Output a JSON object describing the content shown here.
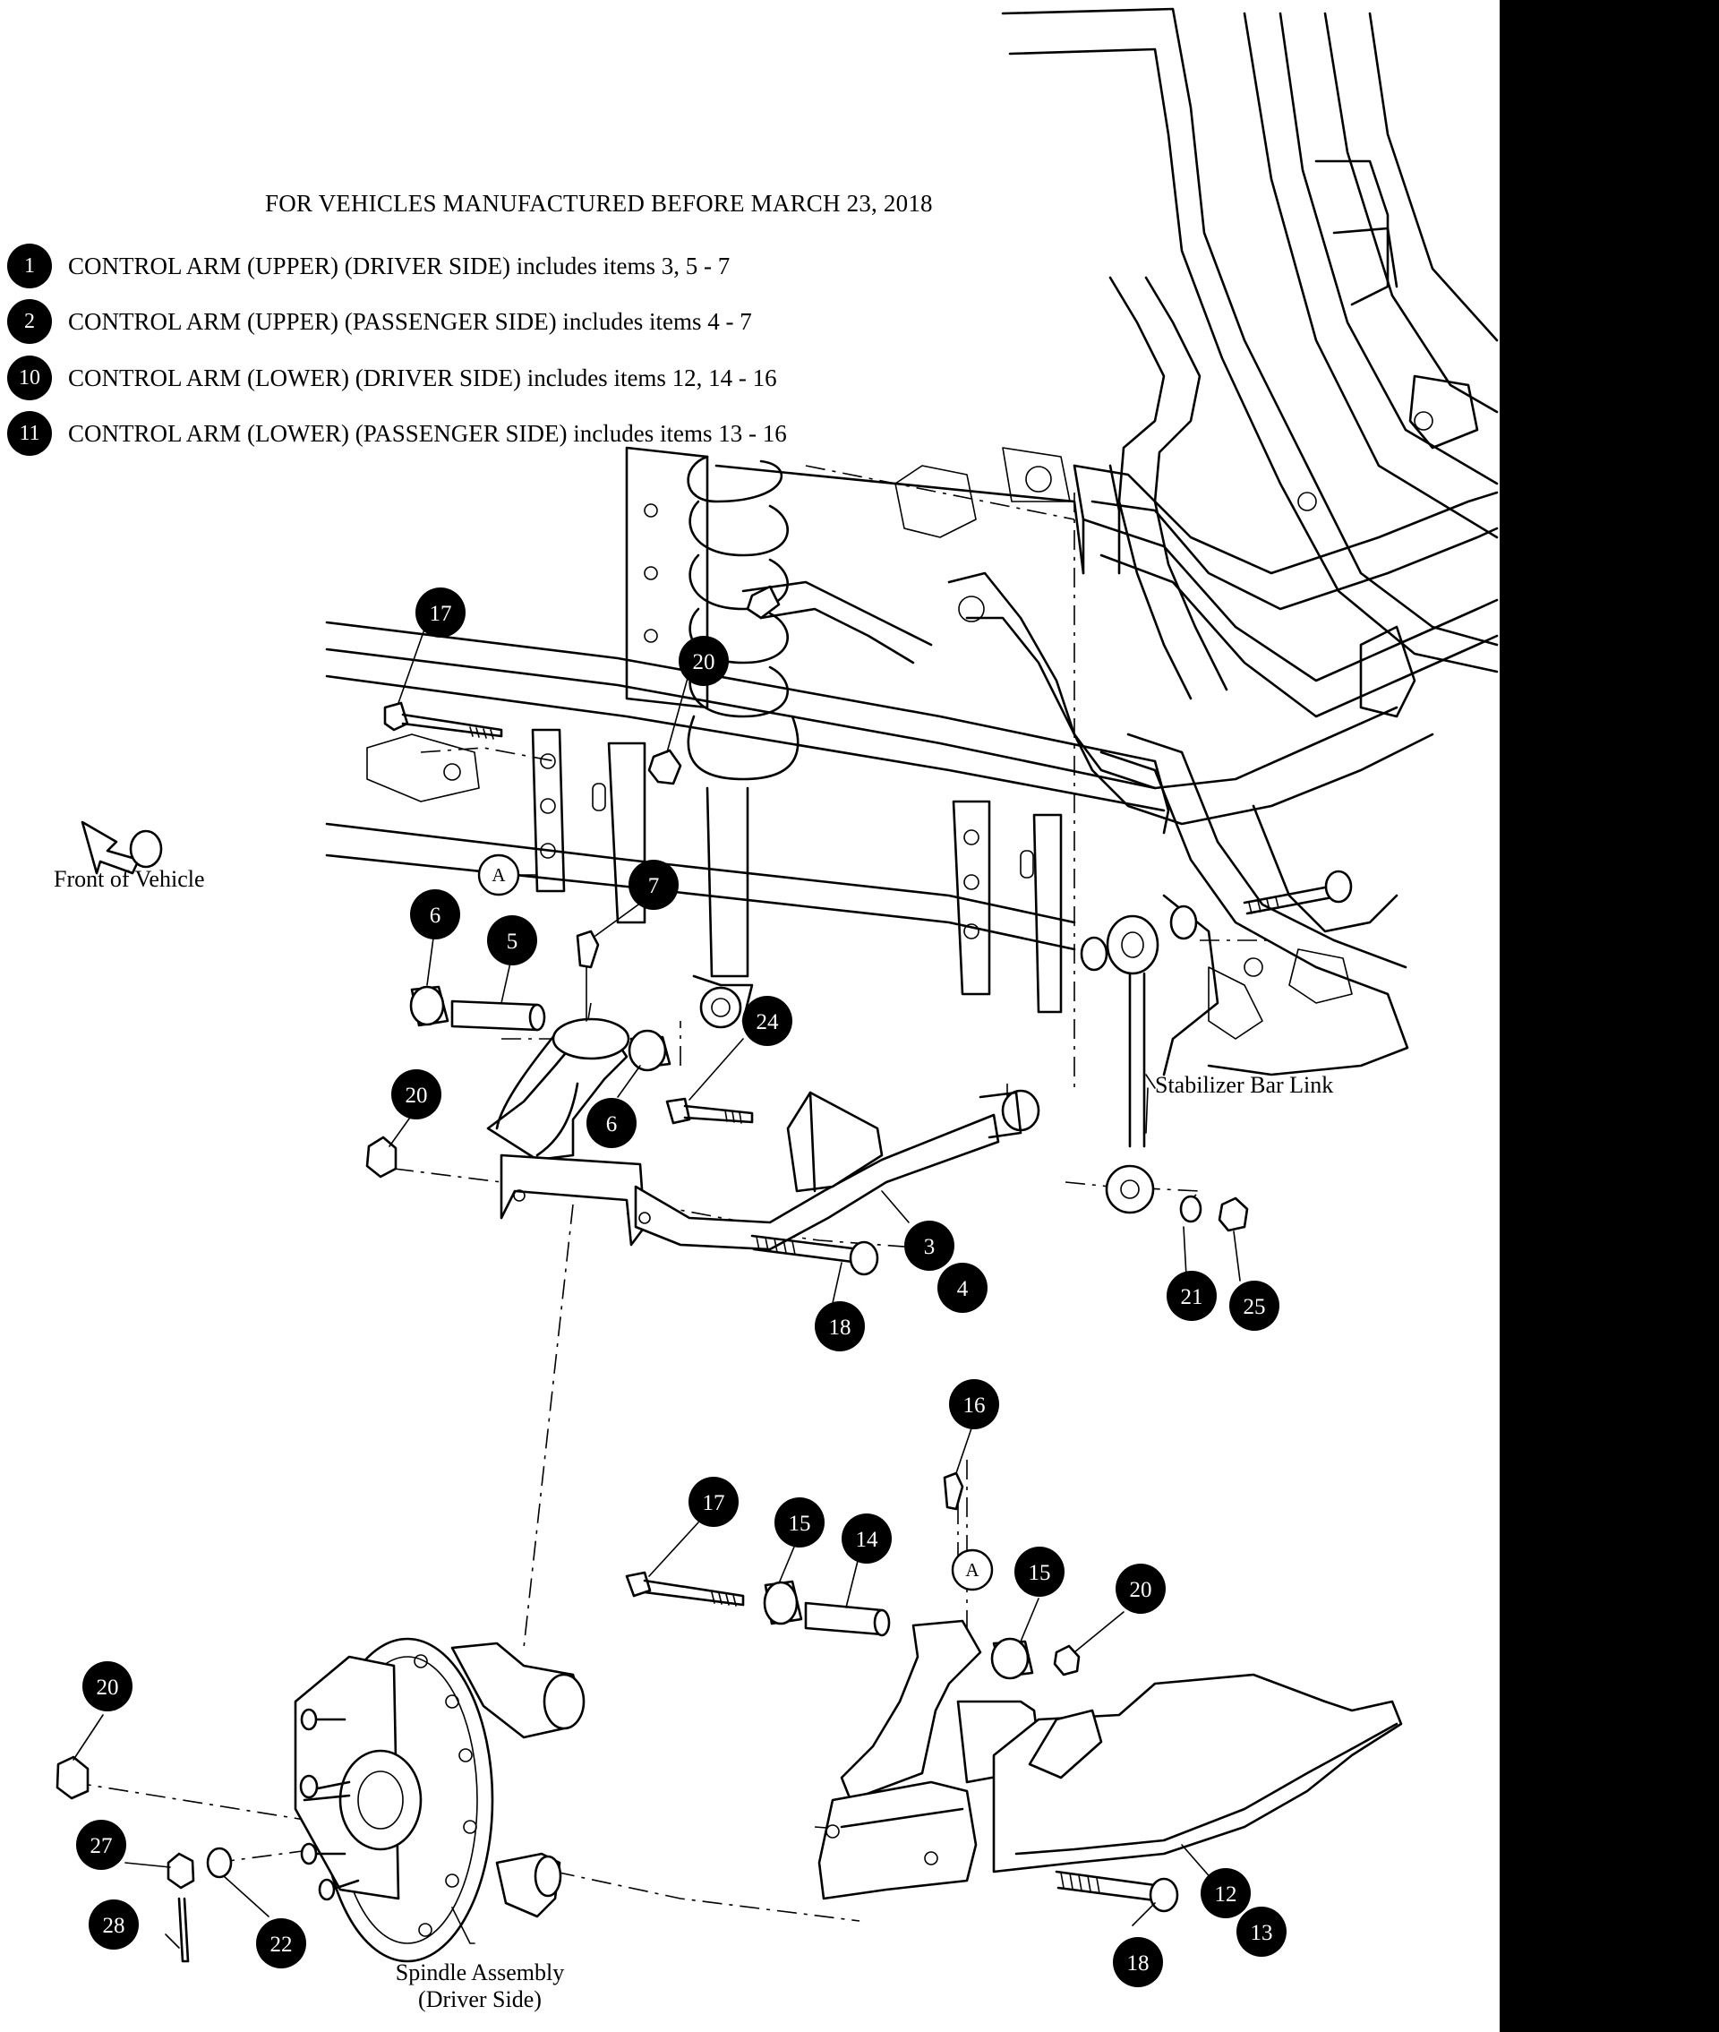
{
  "title": "FOR VEHICLES MANUFACTURED BEFORE MARCH 23, 2018",
  "legend": [
    {
      "num": "1",
      "text": "CONTROL ARM (UPPER) (DRIVER SIDE) includes items 3, 5 - 7"
    },
    {
      "num": "2",
      "text": "CONTROL ARM (UPPER) (PASSENGER SIDE) includes items 4 - 7"
    },
    {
      "num": "10",
      "text": "CONTROL ARM (LOWER) (DRIVER SIDE) includes items 12, 14 - 16"
    },
    {
      "num": "11",
      "text": "CONTROL ARM (LOWER) (PASSENGER SIDE) includes items 13 - 16"
    }
  ],
  "labels": {
    "front_of_vehicle": "Front of Vehicle",
    "stabilizer_bar_link": "Stabilizer Bar Link",
    "spindle_line1": "Spindle Assembly",
    "spindle_line2": "(Driver Side)"
  },
  "reference_marker": "A",
  "callouts": [
    "17",
    "20",
    "7",
    "6",
    "5",
    "24",
    "20",
    "6",
    "3",
    "4",
    "18",
    "21",
    "25",
    "16",
    "17",
    "15",
    "14",
    "15",
    "20",
    "20",
    "27",
    "22",
    "28",
    "12",
    "13",
    "18"
  ],
  "colors": {
    "ink": "#000000",
    "paper": "#ffffff"
  }
}
